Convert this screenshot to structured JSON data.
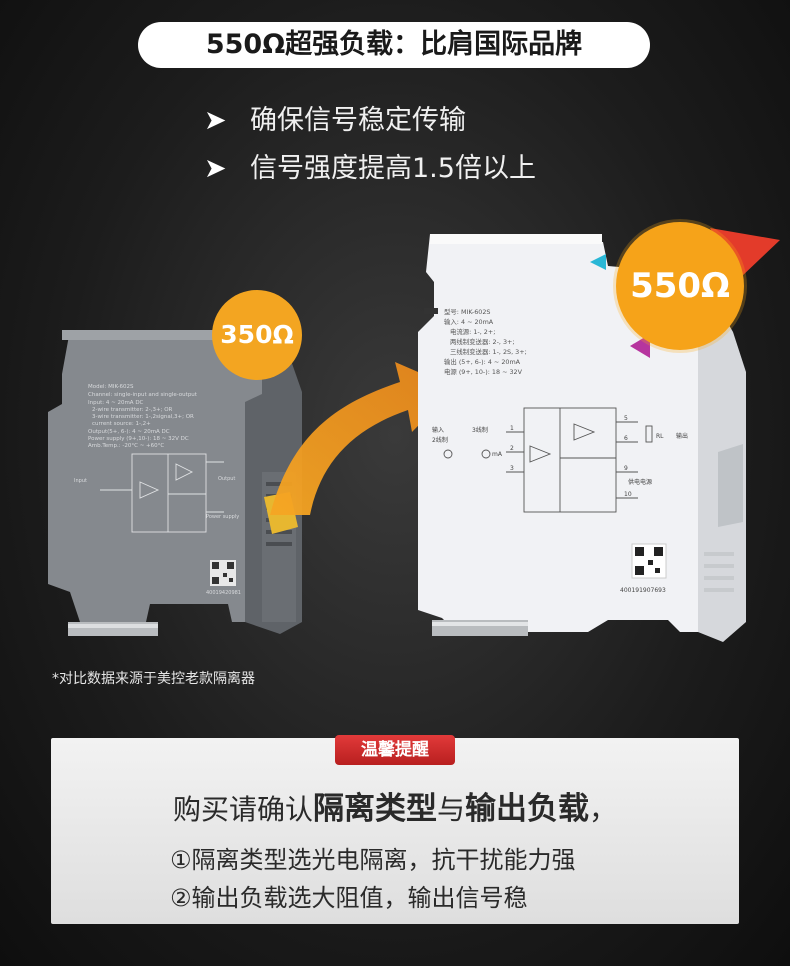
{
  "header": {
    "title": "550Ω超强负载：比肩国际品牌",
    "bullets": [
      "确保信号稳定传输",
      "信号强度提高1.5倍以上"
    ],
    "bullet_arrow": "➤"
  },
  "left_module": {
    "badge": "350Ω",
    "label_model": "Model: MIK-602S",
    "label_lines": [
      "Channel: single-input and single-output",
      "Input: 4 ~ 20mA DC",
      "2-wire transmitter: 2-,3+; OR",
      "3-wire transmitter: 1-,2signal,3+; OR",
      "current source: 1-,2+",
      "Output(5+, 6-): 4 ~ 20mA DC",
      "Power supply (9+,10-): 18 ~ 32V DC",
      "Amb.Temp.: -20°C ~ +60°C"
    ],
    "diagram_labels": {
      "input": "Input",
      "output": "Output",
      "power": "Power supply"
    },
    "serial": "40019420981"
  },
  "right_module": {
    "badge": "550Ω",
    "label_lines": [
      "型号: MIK-602S",
      "输入: 4 ~ 20mA",
      "电流源: 1-, 2+;",
      "两线制变送器: 2-, 3+;",
      "三线制变送器: 1-, 2S, 3+;",
      "输出 (5+, 6-): 4 ~ 20mA",
      "电源 (9+, 10-): 18 ~ 32V"
    ],
    "diagram_labels": {
      "input": "输入",
      "two_wire": "2线制",
      "three_wire": "3线制",
      "ma": "mA",
      "output": "输出",
      "power": "供电电源",
      "rl": "RL"
    },
    "terminals_left": [
      "1",
      "2",
      "3"
    ],
    "terminals_right": [
      "5",
      "6",
      "9",
      "10"
    ],
    "serial": "400191907693"
  },
  "note": "*对比数据来源于美控老款隔离器",
  "tip": {
    "tag": "温馨提醒",
    "main_prefix": "购买请确认",
    "main_strong1": "隔离类型",
    "main_mid": "与",
    "main_strong2": "输出负载",
    "main_suffix": "，",
    "lines": [
      "①隔离类型选光电隔离，抗干扰能力强",
      "②输出负载选大阻值，输出信号稳"
    ]
  },
  "colors": {
    "accent_orange": "#f3a521",
    "tag_red": "#d22b2b",
    "module_grey": "#7f8388",
    "module_white": "#f1f2f5"
  }
}
